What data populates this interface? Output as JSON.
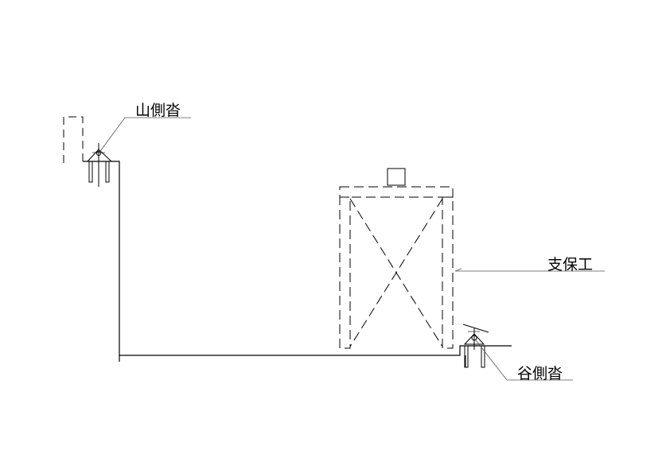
{
  "labels": {
    "mountain_side_bearing": "山側沓",
    "valley_side_bearing": "谷側沓",
    "shoring": "支保工"
  },
  "colors": {
    "line": "#000000",
    "leader": "#555555"
  }
}
